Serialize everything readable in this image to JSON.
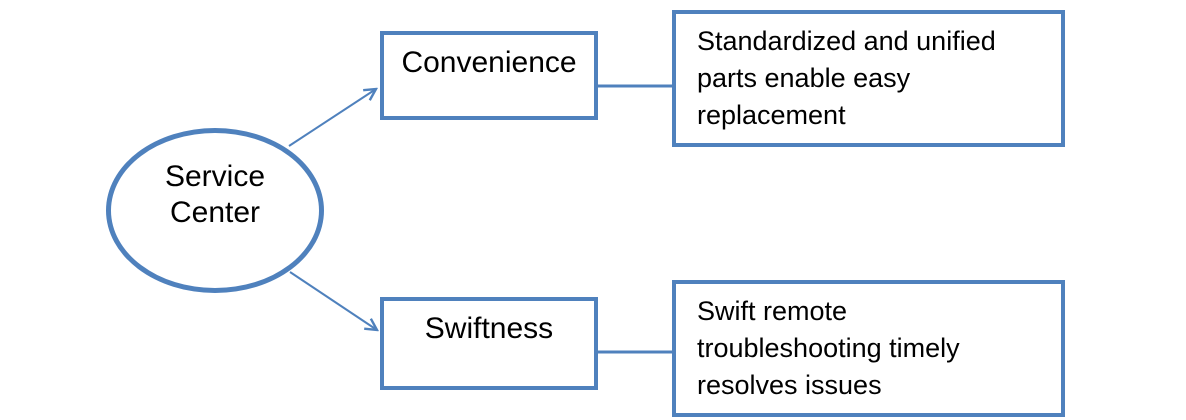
{
  "colors": {
    "accent": "#4f81bd",
    "text": "#000000",
    "background": "#ffffff"
  },
  "diagram": {
    "root": {
      "lines": [
        "Service",
        "Center"
      ]
    },
    "branches": [
      {
        "label": "Convenience",
        "description_lines": [
          "Standardized and unified",
          "parts enable easy",
          "replacement"
        ]
      },
      {
        "label": "Swiftness",
        "description_lines": [
          "Swift remote",
          "troubleshooting timely",
          "resolves issues"
        ]
      }
    ]
  }
}
